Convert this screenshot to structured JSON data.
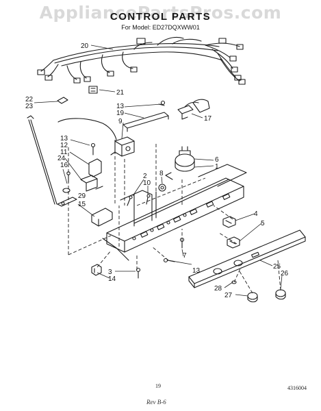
{
  "watermark": "AppliancePartsPros.com",
  "title": "CONTROL PARTS",
  "model_line": "For Model: ED27DQXWW01",
  "callouts": {
    "c1": "1",
    "c2": "2",
    "c3": "3",
    "c4": "4",
    "c5": "5",
    "c6": "6",
    "c7": "7",
    "c8": "8",
    "c9": "9",
    "c10": "10",
    "c11": "11",
    "c12": "12",
    "c13a": "13",
    "c13b": "13",
    "c13c": "13",
    "c14": "14",
    "c15": "15",
    "c16": "16",
    "c17": "17",
    "c19": "19",
    "c20": "20",
    "c21": "21",
    "c22": "22",
    "c23": "23",
    "c24": "24",
    "c25": "25",
    "c26": "26",
    "c27": "27",
    "c28": "28",
    "c29": "29"
  },
  "footer": {
    "page_number": "19",
    "doc_number": "4316004",
    "revision_mark": "Rev B-6"
  }
}
